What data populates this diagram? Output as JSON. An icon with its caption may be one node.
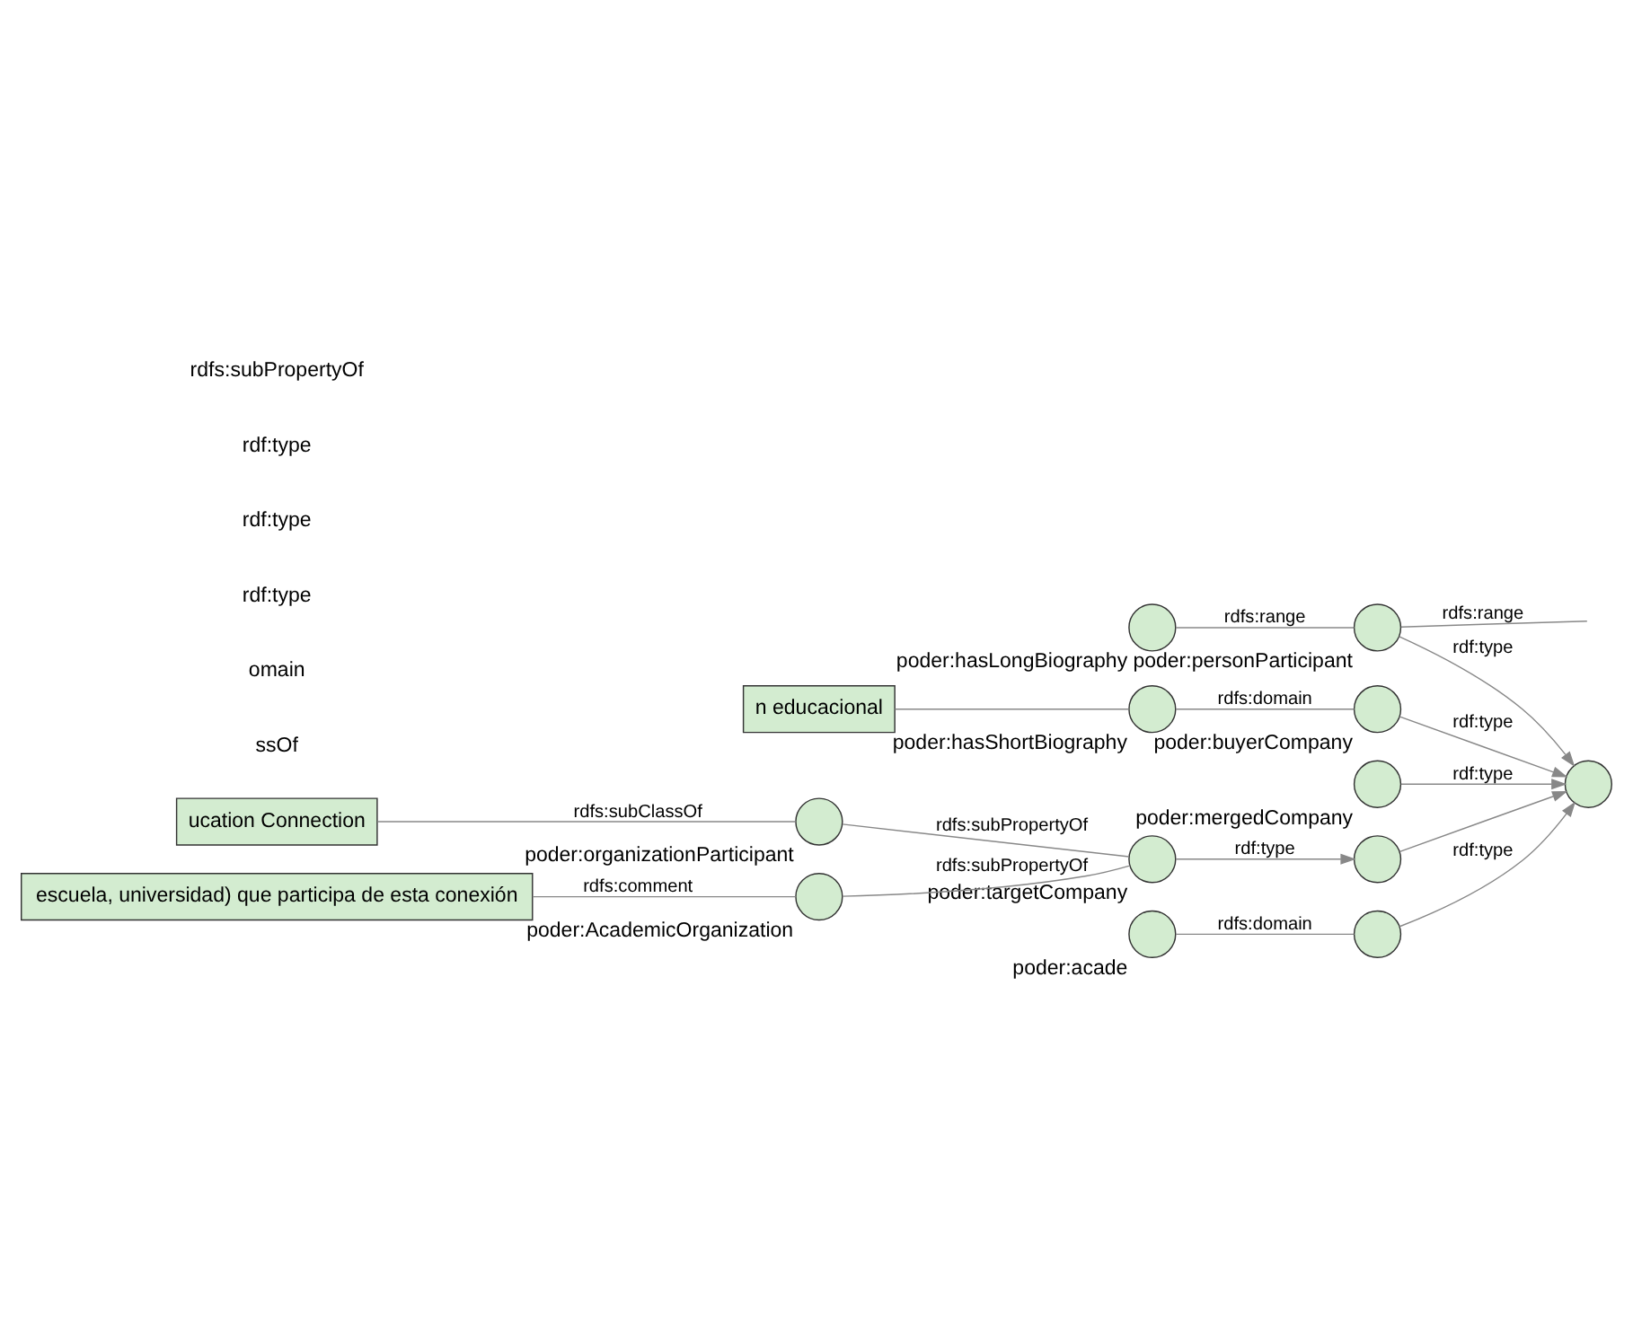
{
  "diagram": {
    "nodes": [
      {
        "text": [],
        "shape": "circle",
        "beside": [
          "poder:hasLongBiography"
        ]
      },
      {
        "text": [],
        "shape": "circle",
        "beside": [
          "poder:personParticipant"
        ]
      },
      {
        "text": [
          "n educacional"
        ]
      },
      {
        "text": [],
        "shape": "circle",
        "beside": [
          "poder:hasShortBiography"
        ]
      },
      {
        "text": [],
        "shape": "circle",
        "beside": [
          "poder:buyerCompany"
        ]
      },
      {
        "text": [],
        "shape": "circle",
        "beside": [
          "poder:mergedCompany"
        ]
      },
      {
        "text": [],
        "shape": "circle",
        "beside": [
          "poder:organizationParticipant"
        ]
      },
      {
        "text": [],
        "shape": "circle",
        "beside": [
          "poder:targetCompany"
        ]
      },
      {
        "text": [],
        "shape": "circle"
      },
      {
        "text": [],
        "shape": "circle"
      },
      {
        "text": [
          "ucation Connection"
        ]
      },
      {
        "text": [],
        "shape": "circle",
        "beside": [
          "poder:AcademicOrganization"
        ]
      },
      {
        "text": [
          "escuela, universidad) que participa de esta conexión"
        ]
      },
      {
        "text": [],
        "shape": "circle",
        "beside": [
          "poder:acade"
        ]
      },
      {
        "text": [],
        "shape": "circle"
      }
    ],
    "edges": [
      {
        "from": 0,
        "to": 1,
        "label": "rdfs:range",
        "arrow": "none"
      },
      {
        "from": 1,
        "to": 9,
        "label": "rdf:type",
        "arrow": "to"
      },
      {
        "from": 3,
        "to": 4,
        "label": "rdfs:domain",
        "arrow": "none"
      },
      {
        "from": 4,
        "to": 9,
        "label": "rdf:type",
        "arrow": "to"
      },
      {
        "from": 5,
        "to": 9,
        "label": "rdf:type",
        "arrow": "to"
      },
      {
        "from": 6,
        "to": 7,
        "label": "rdfs:subPropertyOf",
        "arrow": "none"
      },
      {
        "from": 7,
        "to": 8,
        "label": "rdf:type",
        "arrow": "to"
      },
      {
        "from": 8,
        "to": 9,
        "arrow": "to"
      },
      {
        "from": 10,
        "to": 6,
        "label": "rdfs:subClassOf",
        "arrow": "none"
      },
      {
        "from": 11,
        "to": 7,
        "label": "rdfs:subPropertyOf",
        "arrow": "none"
      },
      {
        "from": 12,
        "to": 11,
        "label": "rdfs:comment",
        "arrow": "none"
      },
      {
        "from": 13,
        "to": 14,
        "label": "rdfs:domain",
        "arrow": "none"
      },
      {
        "from": 14,
        "to": 9,
        "label": "rdf:type",
        "arrow": "to"
      },
      {
        "from": 2,
        "to": 3,
        "arrow": "none"
      },
      {
        "from": 1,
        "to": null,
        "label": "rdfs:range",
        "arrow": "none"
      }
    ],
    "labels": [
      "ssOf",
      "omain",
      "rdf:type",
      "rdf:type",
      "rdf:type",
      "rdfs:subPropertyOf"
    ]
  }
}
